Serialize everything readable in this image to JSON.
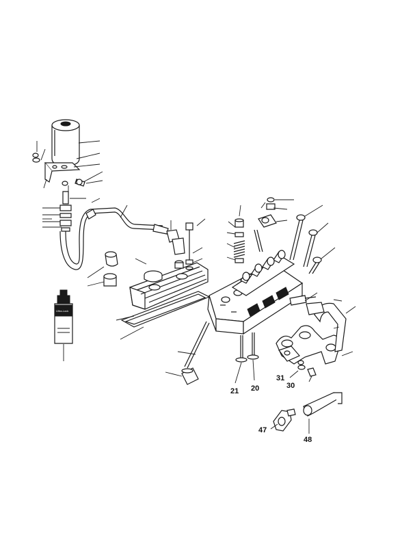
{
  "callouts": [
    {
      "id": "part-21",
      "text": "21"
    },
    {
      "id": "part-20",
      "text": "20"
    },
    {
      "id": "part-31",
      "text": "31"
    },
    {
      "id": "part-30",
      "text": "30"
    },
    {
      "id": "part-47",
      "text": "47"
    },
    {
      "id": "part-48",
      "text": "48"
    }
  ],
  "colors": {
    "ink": "#1a1a1a",
    "paper": "#ffffff"
  }
}
